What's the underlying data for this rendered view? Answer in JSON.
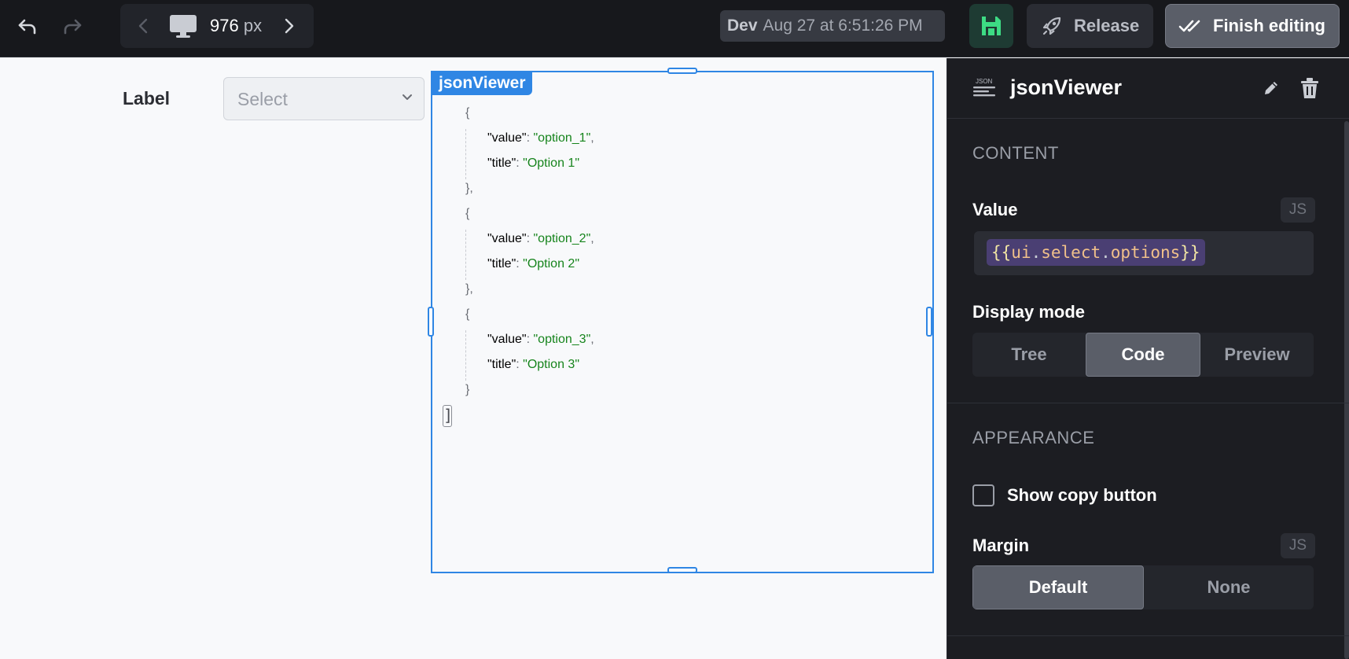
{
  "toolbar": {
    "viewport_width": "976",
    "viewport_unit": "px",
    "environment": "Dev",
    "saved_at": "Aug 27 at 6:51:26 PM",
    "release_label": "Release",
    "finish_label": "Finish editing"
  },
  "canvas": {
    "field_label": "Label",
    "select_placeholder": "Select",
    "component_tag": "jsonViewer",
    "json_options": [
      {
        "value": "option_1",
        "title": "Option 1"
      },
      {
        "value": "option_2",
        "title": "Option 2"
      },
      {
        "value": "option_3",
        "title": "Option 3"
      }
    ]
  },
  "code_lines": {
    "l1_open": "{",
    "l2_key": "\"value\"",
    "l2_val": "\"option_1\"",
    "l3_key": "\"title\"",
    "l3_val": "\"Option 1\"",
    "l4_close": "},",
    "l5_open": "{",
    "l6_key": "\"value\"",
    "l6_val": "\"option_2\"",
    "l7_key": "\"title\"",
    "l7_val": "\"Option 2\"",
    "l8_close": "},",
    "l9_open": "{",
    "l10_key": "\"value\"",
    "l10_val": "\"option_3\"",
    "l11_key": "\"title\"",
    "l11_val": "\"Option 3\"",
    "l12_close": "}",
    "l13_close": "]"
  },
  "panel": {
    "component_name": "jsonViewer",
    "icon_caption": "JSON",
    "content_section": "CONTENT",
    "value_label": "Value",
    "js_badge": "JS",
    "value_expr": {
      "open": "{{",
      "obj": "ui",
      "dot1": ".",
      "mid": "select",
      "dot2": ".",
      "prop": "options",
      "close": "}}"
    },
    "display_mode_label": "Display mode",
    "display_modes": [
      "Tree",
      "Code",
      "Preview"
    ],
    "display_mode_selected": "Code",
    "appearance_section": "APPEARANCE",
    "copy_button_label": "Show copy button",
    "copy_button_checked": false,
    "margin_label": "Margin",
    "margin_options": [
      "Default",
      "None"
    ],
    "margin_selected": "Default"
  },
  "colors": {
    "accent": "#2f86e4",
    "string": "#16841c",
    "save_green": "#3ddc84"
  }
}
